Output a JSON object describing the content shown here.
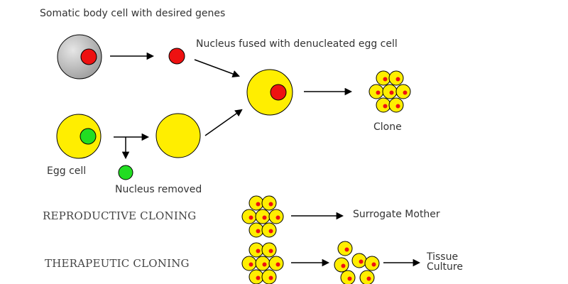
{
  "labels": {
    "somatic": "Somatic body cell with desired genes",
    "fused": "Nucleus fused with denucleated egg cell",
    "clone": "Clone",
    "egg_cell": "Egg cell",
    "nucleus_removed": "Nucleus removed",
    "reproductive": "REPRODUCTIVE CLONING",
    "surrogate": "Surrogate Mother",
    "therapeutic": "THERAPEUTIC CLONING",
    "tissue_culture": "Tissue\nCulture"
  },
  "colors": {
    "yellow": "#ffee00",
    "red": "#ee1111",
    "green": "#22dd22",
    "gray": "#b8b8b8",
    "outline": "#000000",
    "arrow": "#000000"
  }
}
